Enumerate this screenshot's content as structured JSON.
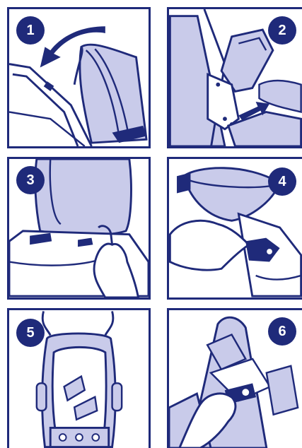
{
  "steps": [
    {
      "number": "1",
      "illustration": "stroller-canopy-fold-icon"
    },
    {
      "number": "2",
      "illustration": "car-seat-adapter-slide-icon"
    },
    {
      "number": "3",
      "illustration": "seat-release-hand-icon"
    },
    {
      "number": "4",
      "illustration": "canopy-latch-press-icon"
    },
    {
      "number": "5",
      "illustration": "folded-stroller-top-view-icon"
    },
    {
      "number": "6",
      "illustration": "fold-handle-grip-icon"
    }
  ],
  "colors": {
    "outline": "#1f2a7a",
    "fill": "#c9cbea",
    "dark": "#1f2a7a",
    "white": "#ffffff"
  }
}
